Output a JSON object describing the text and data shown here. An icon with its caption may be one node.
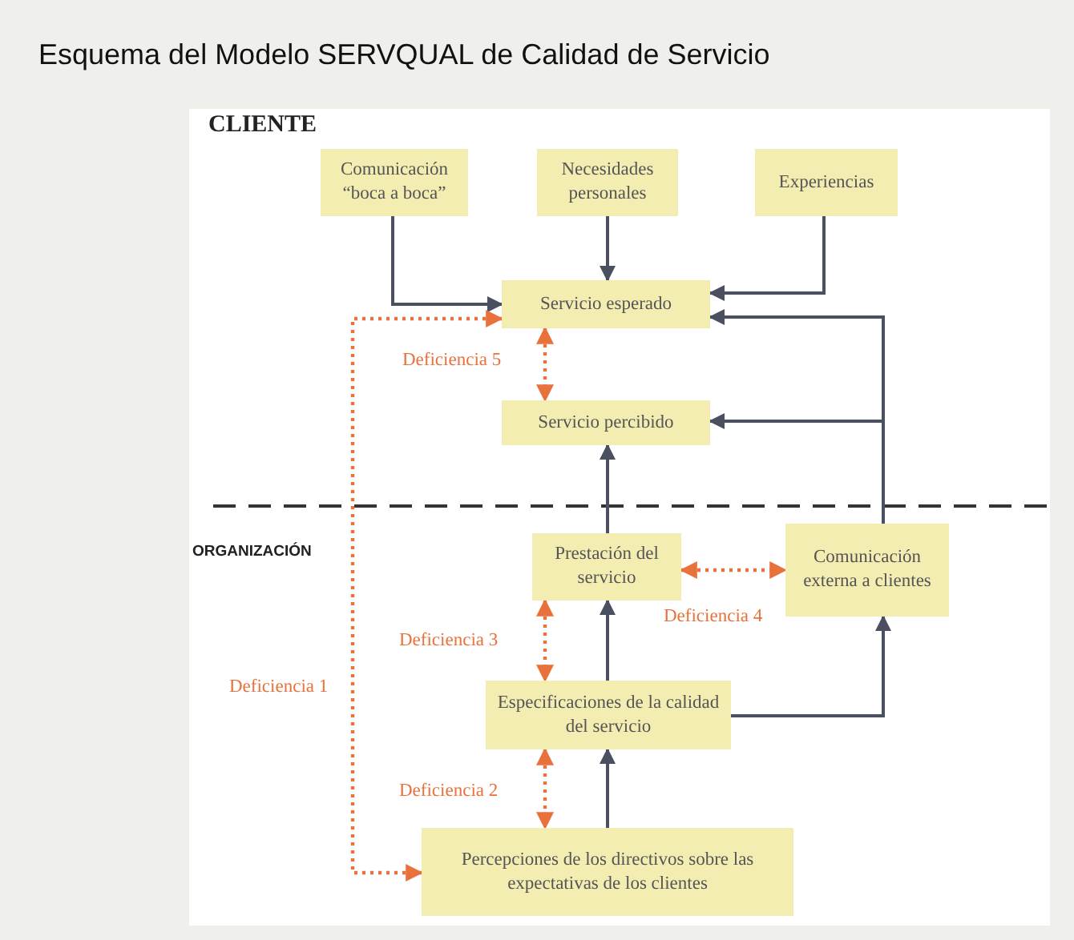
{
  "diagram": {
    "title": "Esquema del Modelo SERVQUAL de Calidad de Servicio",
    "nodes": [
      {
        "text": [
          "Comunicación “boca a boca”"
        ]
      },
      {
        "text": [
          "Necesidades personales"
        ]
      },
      {
        "text": [
          "Experiencias"
        ]
      },
      {
        "text": [
          "Servicio esperado"
        ]
      },
      {
        "text": [
          "Servicio percibido"
        ]
      },
      {
        "text": [
          "Prestación del servicio"
        ]
      },
      {
        "text": [
          "Comunicación externa a clientes"
        ]
      },
      {
        "text": [
          "Especificaciones de la calidad del servicio"
        ]
      },
      {
        "text": [
          "Percepciones de los directivos sobre las expectativas de los clientes"
        ]
      }
    ],
    "edges": [
      {
        "from": 0,
        "to": 3,
        "arrow": "to"
      },
      {
        "from": 1,
        "to": 3,
        "arrow": "to"
      },
      {
        "from": 2,
        "to": 3,
        "arrow": "to"
      },
      {
        "from": 6,
        "to": 3,
        "arrow": "to"
      },
      {
        "from": 6,
        "to": 4,
        "arrow": "to"
      },
      {
        "from": 5,
        "to": 4,
        "arrow": "to"
      },
      {
        "from": 7,
        "to": 5,
        "arrow": "to"
      },
      {
        "from": 8,
        "to": 7,
        "arrow": "to"
      },
      {
        "from": 7,
        "to": 6,
        "arrow": "to"
      },
      {
        "from": 3,
        "to": 4,
        "arrow": "both",
        "label": "Deficiencia 5",
        "style": "dashed",
        "color": "#e8713c"
      },
      {
        "from": 5,
        "to": 6,
        "arrow": "both",
        "label": "Deficiencia 4",
        "style": "dashed",
        "color": "#e8713c"
      },
      {
        "from": 5,
        "to": 7,
        "arrow": "both",
        "label": "Deficiencia 3",
        "style": "dashed",
        "color": "#e8713c"
      },
      {
        "from": 7,
        "to": 8,
        "arrow": "both",
        "label": "Deficiencia 2",
        "style": "dashed",
        "color": "#e8713c"
      },
      {
        "from": 3,
        "to": 8,
        "arrow": "both",
        "label": "Deficiencia 1",
        "style": "dashed",
        "color": "#e8713c"
      }
    ],
    "labels": [
      "CLIENTE",
      "ORGANIZACIÓN"
    ]
  }
}
